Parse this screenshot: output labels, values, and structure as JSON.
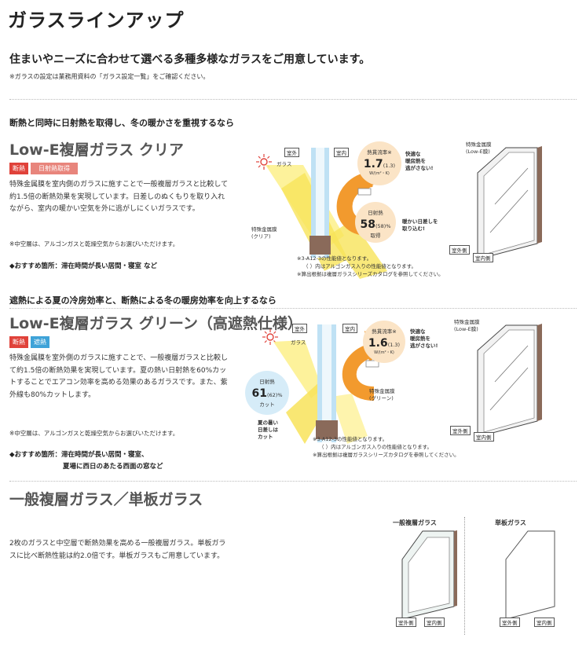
{
  "header": {
    "title": "ガラスラインアップ",
    "lead": "住まいやニーズに合わせて選べる多種多様なガラスをご用意しています。",
    "note": "※ガラスの設定は業務用資料の「ガラス設定一覧」をご確認ください。"
  },
  "section1": {
    "headline": "断熱と同時に日射熱を取得し、冬の暖かさを重視するなら",
    "name": "Low-E複層ガラス クリア",
    "badges": [
      "断熱",
      "日射熱取得"
    ],
    "badge_colors": [
      "#e0423a",
      "#e8857c"
    ],
    "body": "特殊金属膜を室内側のガラスに施すことで一般複層ガラスと比較して約1.5倍の断熱効果を実現しています。日差しのぬくもりを取り入れながら、室内の暖かい空気を外に逃がしにくいガラスです。",
    "subnote": "※中空層は、アルゴンガスと乾燥空気からお選びいただけます。",
    "recommend": "◆おすすめ箇所：滞在時間が長い居間・寝室 など",
    "diagram": {
      "outdoor": "室外",
      "indoor": "室内",
      "glass": "ガラス",
      "coating_label": "特殊金属膜\n(クリア)",
      "heat_label": "熱貫流率※",
      "heat_value": "1.7",
      "heat_paren": "(1.3)",
      "heat_unit": "W/(m²・K)",
      "heat_note": "快適な\n暖房熱を\n逃がさない!",
      "solar_label": "日射熱",
      "solar_value": "58",
      "solar_paren": "(58)",
      "solar_unit": "%",
      "solar_sub": "取得",
      "solar_note": "暖かい日差しを\n取り込む!",
      "notes": [
        "※3-A12-3の性能値となります。",
        "（ ）内はアルゴンガス入りの性能値となります。",
        "※算出根拠は複層ガラスシリーズカタログを参照してください。"
      ],
      "pane_label": "特殊金属膜\n(Low-E膜)",
      "pane_outside": "室外側",
      "pane_inside": "室内側"
    }
  },
  "section2": {
    "headline": "遮熱による夏の冷房効率と、断熱による冬の暖房効率を向上するなら",
    "name": "Low-E複層ガラス グリーン（高遮熱仕様）",
    "badges": [
      "断熱",
      "遮熱"
    ],
    "badge_colors": [
      "#e0423a",
      "#3fa3d8"
    ],
    "body": "特殊金属膜を室外側のガラスに施すことで、一般複層ガラスと比較して約1.5倍の断熱効果を実現しています。夏の熱い日射熱を60%カットすることでエアコン効率を高める効果のあるガラスです。また、紫外線も80%カットします。",
    "subnote": "※中空層は、アルゴンガスと乾燥空気からお選びいただけます。",
    "recommend_1": "◆おすすめ箇所：滞在時間が長い居間・寝室、",
    "recommend_2": "夏場に西日のあたる西面の窓など",
    "diagram": {
      "outdoor": "室外",
      "indoor": "室内",
      "glass": "ガラス",
      "coating_label": "特殊金属膜\n(グリーン)",
      "heat_label": "熱貫流率※",
      "heat_value": "1.6",
      "heat_paren": "(1.3)",
      "heat_unit": "W/(m²・K)",
      "heat_note": "快適な\n暖房熱を\n逃がさない!",
      "solar_label": "日射熱",
      "solar_value": "61",
      "solar_paren": "(62)",
      "solar_unit": "%",
      "solar_sub": "カット",
      "solar_note": "夏の暑い\n日差しは\nカット",
      "notes": [
        "※3-A12-3の性能値となります。",
        "（ ）内はアルゴンガス入りの性能値となります。",
        "※算出根拠は複層ガラスシリーズカタログを参照してください。"
      ],
      "pane_label": "特殊金属膜\n(Low-E膜)",
      "pane_outside": "室外側",
      "pane_inside": "室内側"
    }
  },
  "section3": {
    "name": "一般複層ガラス／単板ガラス",
    "body": "2枚のガラスと中空層で断熱効果を高める一般複層ガラス。単板ガラスに比べ断熱性能は約2.0倍です。単板ガラスもご用意しています。",
    "double_title": "一般複層ガラス",
    "single_title": "単板ガラス",
    "outside": "室外側",
    "inside": "室内側"
  }
}
